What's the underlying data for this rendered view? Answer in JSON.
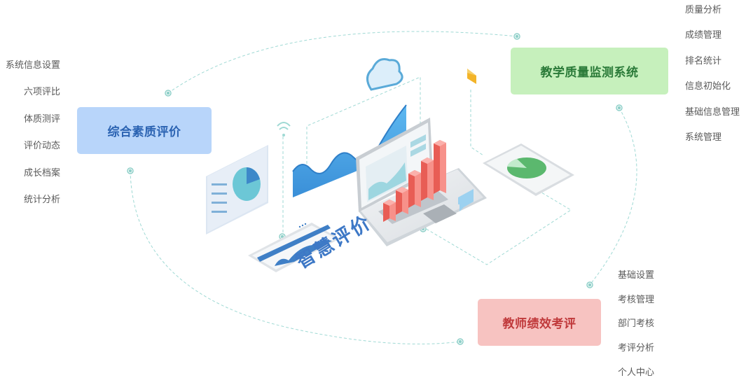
{
  "center_title": "智慧评价",
  "modules": {
    "comprehensive": {
      "title": "综合素质评价",
      "items": [
        "系统信息设置",
        "六项评比",
        "体质测评",
        "评价动态",
        "成长档案",
        "统计分析"
      ]
    },
    "quality": {
      "title": "教学质量监测系统",
      "items": [
        "质量分析",
        "成绩管理",
        "排名统计",
        "信息初始化",
        "基础信息管理",
        "系统管理"
      ]
    },
    "teacher": {
      "title": "教师绩效考评",
      "items": [
        "基础设置",
        "考核管理",
        "部门考核",
        "考评分析",
        "个人中心"
      ]
    }
  },
  "colors": {
    "blue_box": "#b8d5fa",
    "green_box": "#c6f0bc",
    "red_box": "#f7c3c1",
    "dashed_line": "#9fd9d4",
    "bar_red": "#f0776f",
    "chart_blue": "#4aa8e8"
  },
  "icons": [
    "cloud-icon",
    "wifi-icon",
    "mail-icon",
    "pie-chart-icon",
    "laptop-icon",
    "tablet-icon"
  ]
}
